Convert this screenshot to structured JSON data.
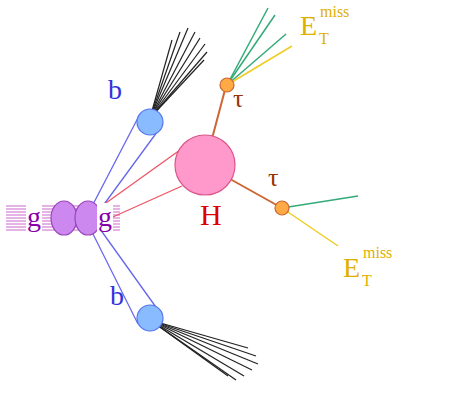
{
  "diagram": {
    "labels": [
      "E",
      "T",
      "miss",
      "τ",
      "b",
      "τ",
      "H",
      "g",
      "g",
      "E",
      "T",
      "miss",
      "b"
    ]
  }
}
